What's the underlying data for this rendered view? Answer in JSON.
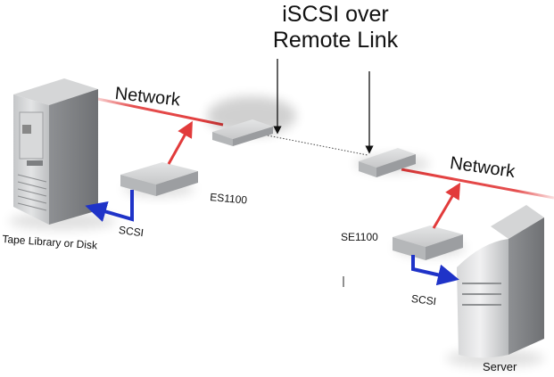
{
  "title": {
    "line1": "iSCSI over",
    "line2": "Remote Link"
  },
  "labels": {
    "network_left": "Network",
    "network_right": "Network",
    "es1100": "ES1100",
    "se1100": "SE1100",
    "scsi_left": "SCSI",
    "scsi_right": "SCSI",
    "tape": "Tape Library or Disk",
    "server": "Server"
  },
  "colors": {
    "network_line": "#e23b3b",
    "scsi_arrow": "#1f33c8",
    "device": "#c9cacb",
    "tower": "#b7b9bb"
  }
}
